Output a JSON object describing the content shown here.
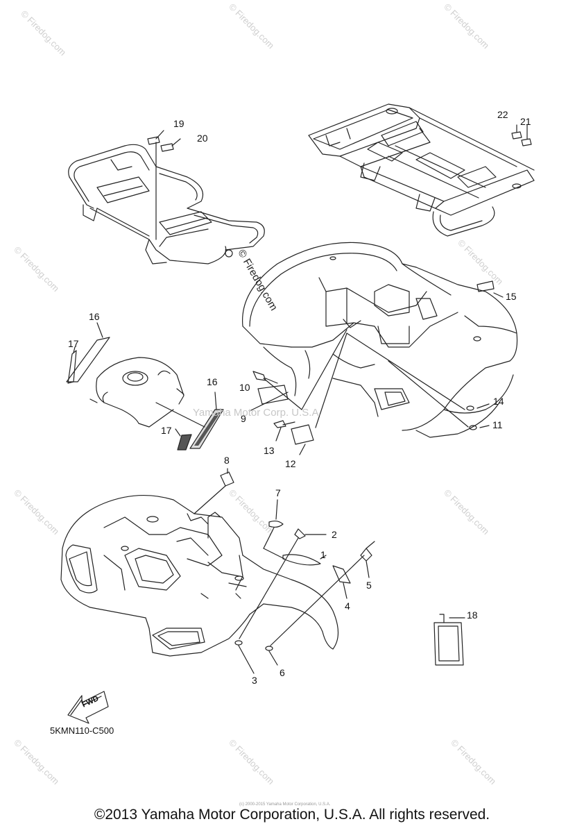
{
  "diagram": {
    "callouts": [
      "1",
      "2",
      "3",
      "4",
      "5",
      "6",
      "7",
      "8",
      "9",
      "10",
      "11",
      "12",
      "13",
      "14",
      "15",
      "16",
      "16",
      "17",
      "17",
      "18",
      "19",
      "20",
      "21",
      "22"
    ],
    "fwd_label": "FWD",
    "reference_code": "5KMN110-C500",
    "copyright": "©2013 Yamaha Motor Corporation, U.S.A. All rights reserved.",
    "watermark_center": "Yamaha Motor Corp. U.S.A.",
    "watermark_inline": "© Firedog.com",
    "watermark_corner": "© Firedog.com",
    "fine_print": "(c) 2000-2015 Yamaha Motor Corporation, U.S.A."
  },
  "colors": {
    "line": "#222222",
    "watermark": "#cfcfcf"
  }
}
